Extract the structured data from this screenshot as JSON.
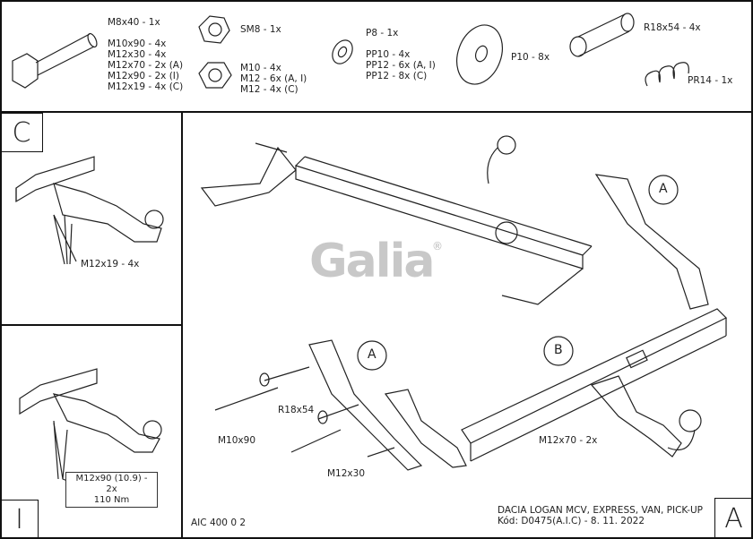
{
  "parts": {
    "bolts": [
      "M8x40 - 1x",
      "M10x90 - 4x",
      "M12x30 - 4x",
      "M12x70 - 2x (A)",
      "M12x90 - 2x (I)",
      "M12x19 - 4x (C)"
    ],
    "self_locking_nut": "SM8 - 1x",
    "nuts": [
      "M10 - 4x",
      "M12 - 6x (A, I)",
      "M12 - 4x (C)"
    ],
    "washers": [
      "P8 - 1x",
      "PP10 - 4x",
      "PP12 - 6x (A, I)",
      "PP12 - 8x (C)"
    ],
    "large_washer": "P10 - 8x",
    "tube": "R18x54 - 4x",
    "spring": "PR14 - 1x"
  },
  "panel_c": {
    "letter": "C",
    "callout": "M12x19 - 4x"
  },
  "panel_i": {
    "letter": "I",
    "callout_line1": "M12x90 (10.9) - 2x",
    "callout_line2": "110 Nm"
  },
  "main": {
    "logo": "Galia",
    "registered": "®",
    "labels": {
      "a1": "A",
      "a2": "A",
      "b": "B",
      "r18": "R18x54",
      "m10": "M10x90",
      "m12x30": "M12x30",
      "m12x70": "M12x70 - 2x"
    },
    "drawing_no": "AIC 400 0 2",
    "vehicle": "DACIA LOGAN MCV, EXPRESS, VAN, PICK-UP",
    "code": "Kód: D0475(A.I.C) - 8. 11. 2022",
    "variant": "A"
  }
}
